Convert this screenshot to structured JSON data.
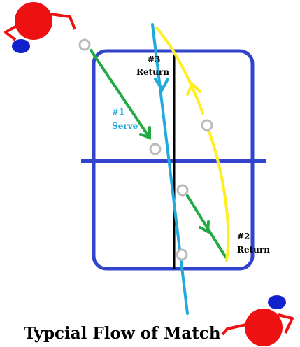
{
  "labels": {
    "serve_num": "#1",
    "serve_word": "Serve",
    "return2_num": "#2",
    "return2_word": "Return",
    "return3_num": "#3",
    "return3_word": "Return"
  },
  "title": "Typcial Flow of Match",
  "colors": {
    "table": "#3344cc",
    "net": "#3344cc",
    "center_line": "#000000",
    "player_head": "#ee1111",
    "player_arm": "#ee1111",
    "paddle": "#1122cc",
    "serve_path": "#22aa44",
    "return2_path": "#ffee22",
    "return3_path": "#22aadd",
    "ball": "#bbbbbb",
    "serve_label": "#22aadd",
    "return_label": "#000000"
  }
}
